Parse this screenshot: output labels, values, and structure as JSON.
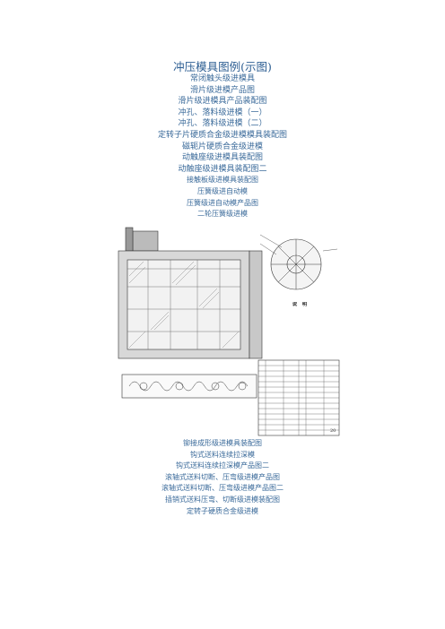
{
  "document": {
    "title": "冲压模具图例(示图)",
    "toc_top": [
      "常闭触头级进模具",
      "滑片级进模产品图",
      "滑片级进模具产品装配图",
      "冲孔、落料级进模（一）",
      "冲孔、落料级进模（二）",
      "定转子片硬质合金级进模模具装配图",
      "磁轭片硬质合金级进模",
      "动触座级进模具装配图",
      "动触座级进模具装配图二",
      "接触板级进模具装配图",
      "压簧级进自动模",
      "压簧级进自动模产品图",
      "二轮压簧级进模"
    ],
    "toc_bottom": [
      "铆接成形级进模具装配图",
      "钩式送料连续拉深模",
      "钩式送料连续拉深模产品图二",
      "滚轴式送料切断、压弯级进模产品图",
      "滚轴式送料切断、压弯级进模产品图二",
      "插销式送料压弯、切断级进模装配图",
      "定转子硬质合金级进模"
    ],
    "drawing": {
      "explain_heading": "说　明",
      "page_number": "20"
    }
  }
}
